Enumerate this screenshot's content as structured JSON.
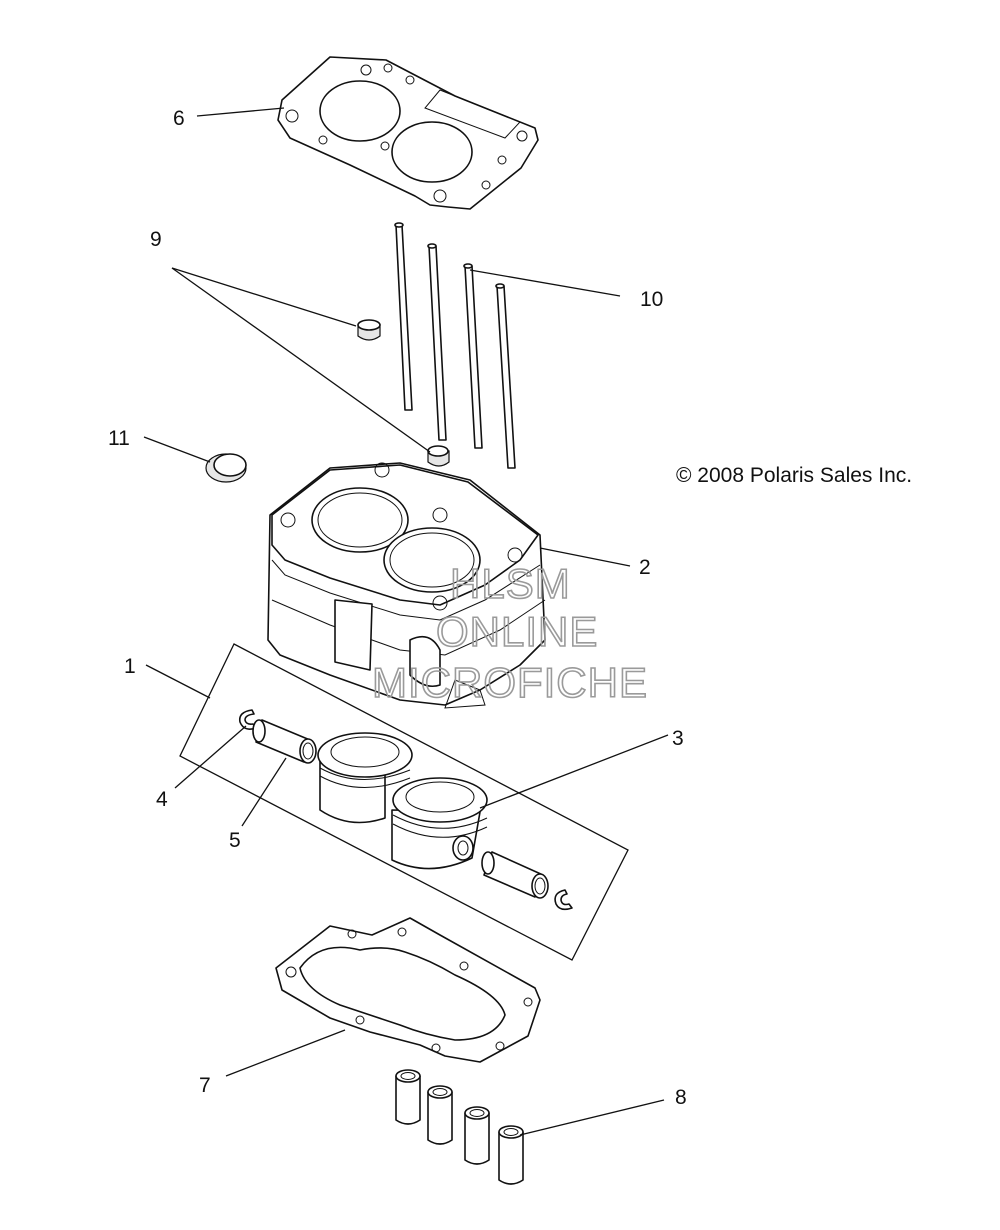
{
  "copyright": "© 2008 Polaris Sales Inc.",
  "watermark": {
    "line1": "HLSM",
    "line2": "ONLINE",
    "line3": "MICROFICHE"
  },
  "callouts": {
    "c1": "1",
    "c2": "2",
    "c3": "3",
    "c4": "4",
    "c5": "5",
    "c6": "6",
    "c7": "7",
    "c8": "8",
    "c9": "9",
    "c10": "10",
    "c11": "11"
  }
}
